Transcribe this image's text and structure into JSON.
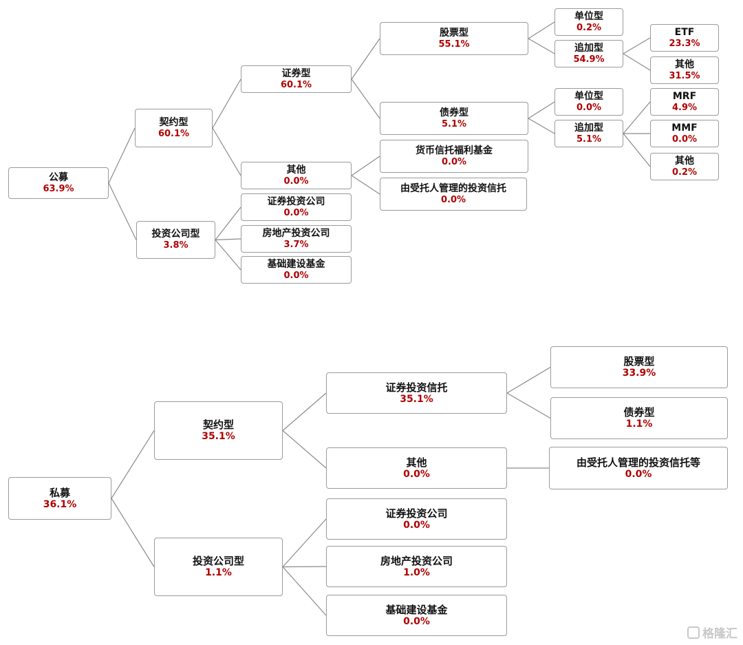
{
  "public": {
    "root": {
      "label": "公募",
      "pct": "63.9%"
    },
    "contract": {
      "label": "契约型",
      "pct": "60.1%"
    },
    "company": {
      "label": "投资公司型",
      "pct": "3.8%"
    },
    "securities": {
      "label": "证券型",
      "pct": "60.1%"
    },
    "other": {
      "label": "其他",
      "pct": "0.0%"
    },
    "stock": {
      "label": "股票型",
      "pct": "55.1%"
    },
    "bond": {
      "label": "债券型",
      "pct": "5.1%"
    },
    "stock_unit": {
      "label": "单位型",
      "pct": "0.2%"
    },
    "stock_add": {
      "label": "追加型",
      "pct": "54.9%"
    },
    "etf": {
      "label": "ETF",
      "pct": "23.3%"
    },
    "stock_add_other": {
      "label": "其他",
      "pct": "31.5%"
    },
    "bond_unit": {
      "label": "单位型",
      "pct": "0.0%"
    },
    "bond_add": {
      "label": "追加型",
      "pct": "5.1%"
    },
    "mrf": {
      "label": "MRF",
      "pct": "4.9%"
    },
    "mmf": {
      "label": "MMF",
      "pct": "0.0%"
    },
    "bond_add_other": {
      "label": "其他",
      "pct": "0.2%"
    },
    "money_trust": {
      "label": "货币信托福利基金",
      "pct": "0.0%"
    },
    "trustee_managed": {
      "label": "由受托人管理的投资信托",
      "pct": "0.0%"
    },
    "co_securities": {
      "label": "证券投资公司",
      "pct": "0.0%"
    },
    "co_realestate": {
      "label": "房地产投资公司",
      "pct": "3.7%"
    },
    "co_infra": {
      "label": "基础建设基金",
      "pct": "0.0%"
    }
  },
  "private": {
    "root": {
      "label": "私募",
      "pct": "36.1%"
    },
    "contract": {
      "label": "契约型",
      "pct": "35.1%"
    },
    "company": {
      "label": "投资公司型",
      "pct": "1.1%"
    },
    "sec_trust": {
      "label": "证券投资信托",
      "pct": "35.1%"
    },
    "other": {
      "label": "其他",
      "pct": "0.0%"
    },
    "stock": {
      "label": "股票型",
      "pct": "33.9%"
    },
    "bond": {
      "label": "债券型",
      "pct": "1.1%"
    },
    "trustee_managed": {
      "label": "由受托人管理的投资信托等",
      "pct": "0.0%"
    },
    "co_securities": {
      "label": "证券投资公司",
      "pct": "0.0%"
    },
    "co_realestate": {
      "label": "房地产投资公司",
      "pct": "1.0%"
    },
    "co_infra": {
      "label": "基础建设基金",
      "pct": "0.0%"
    }
  },
  "watermark": {
    "text": "格隆汇"
  },
  "colors": {
    "label": "#111111",
    "percent": "#b00000",
    "border": "#9a9a9a",
    "line": "#8a8a8a"
  }
}
